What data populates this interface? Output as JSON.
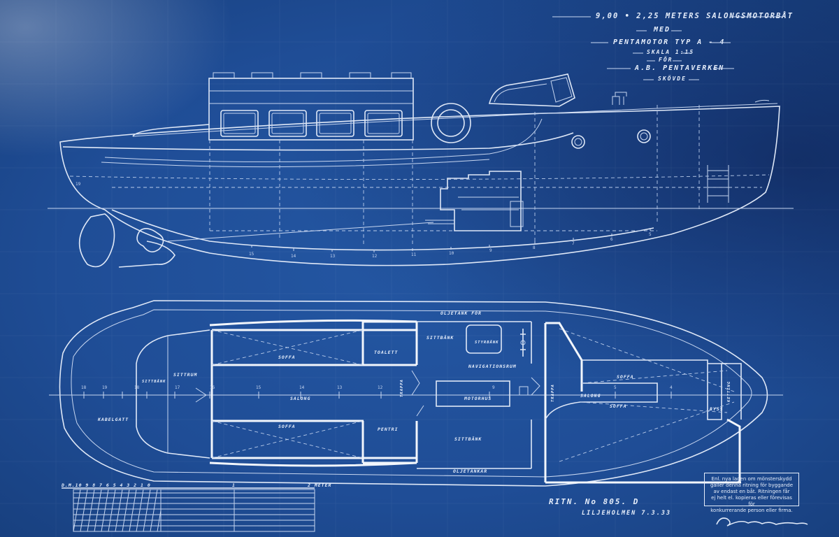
{
  "title_block": {
    "line1": "9,00 • 2,25 METERS SALONGSMOTORBÅT",
    "line2": "MED",
    "line3": "PENTAMOTOR TYP A - 4",
    "line4": "SKALA 1:15",
    "line5": "FÖR",
    "line6": "A.B. PENTAVERKEN",
    "line7": "SKÖVDE"
  },
  "plan_labels": {
    "oljetank_top": "OLJETANK FÖR",
    "oljetank_bottom": "OLJETANKAR",
    "soffa_1": "SOFFA",
    "soffa_2": "SOFFA",
    "soffa_3": "SOFFA",
    "soffa_4": "SOFFA",
    "toalett": "TOALETT",
    "pentri": "PENTRI",
    "sittbank_1": "SITTBÄNK",
    "sittbank_2": "SITTBÄNK",
    "sittbank_3": "SITTBÄNK",
    "styrbank": "STYRBÄNK",
    "navigationsrum": "NAVIGATIONSRUM",
    "motorhus": "MOTORHUS",
    "sittrum": "SITTRUM",
    "salong_aft": "SALONG",
    "salong_fwd": "SALONG",
    "kabelgatt": "KABELGATT",
    "trappa_1": "TRAPPA",
    "trappa_2": "TRAPPA",
    "ryss": "RYSS",
    "ketting": "KETTING"
  },
  "scale_bar": {
    "left_label": "D.M.10 9 8 7 6 5 4 3 2 1 0",
    "mid_label": "1",
    "right_label": "2 METER"
  },
  "drawing_info": {
    "ritn": "RITN. No 805. D",
    "place_date": "LILJEHOLMEN 7.3.33"
  },
  "notice": {
    "l1": "Enl. nya lagen om mönsterskydd",
    "l2": "gäller denna ritning för byggande",
    "l3": "av endast en båt. Ritningen får",
    "l4": "ej helt el. kopieras eller förevisas för",
    "l5": "konkurrerande person eller firma."
  },
  "signature": "signature",
  "colors": {
    "paper": "#1f4d96",
    "line": "#dfe8f7"
  }
}
